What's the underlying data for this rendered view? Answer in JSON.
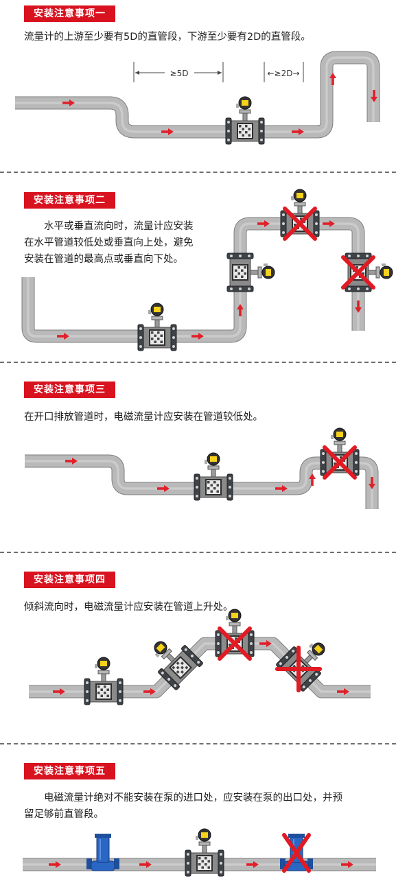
{
  "colors": {
    "tag_bg": "#d9121f",
    "pipe": "#b9b9b9",
    "pipe_edge": "#7d7d7d",
    "arrow": "#e0202a",
    "cross": "#e01b24",
    "pump": "#2a66c4"
  },
  "sections": [
    {
      "tag": "安装注意事项一",
      "text": "流量计的上游至少要有5D的直管段，下游至少要有2D的直管段。",
      "dim_up": "≥5D",
      "dim_down": "≥2D"
    },
    {
      "tag": "安装注意事项二",
      "lines": [
        "水平或垂直流向时，流量计应安装",
        "在水平管道较低处或垂直向上处，避免",
        "安装在管道的最高点或垂直向下处。"
      ]
    },
    {
      "tag": "安装注意事项三",
      "text": "在开口排放管道时，电磁流量计应安装在管道较低处。"
    },
    {
      "tag": "安装注意事项四",
      "text": "倾斜流向时，电磁流量计应安装在管道上升处。"
    },
    {
      "tag": "安装注意事项五",
      "lines": [
        "电磁流量计绝对不能安装在泵的进口处，应安装在泵的出口处，并预",
        "留足够前直管段。"
      ]
    }
  ]
}
